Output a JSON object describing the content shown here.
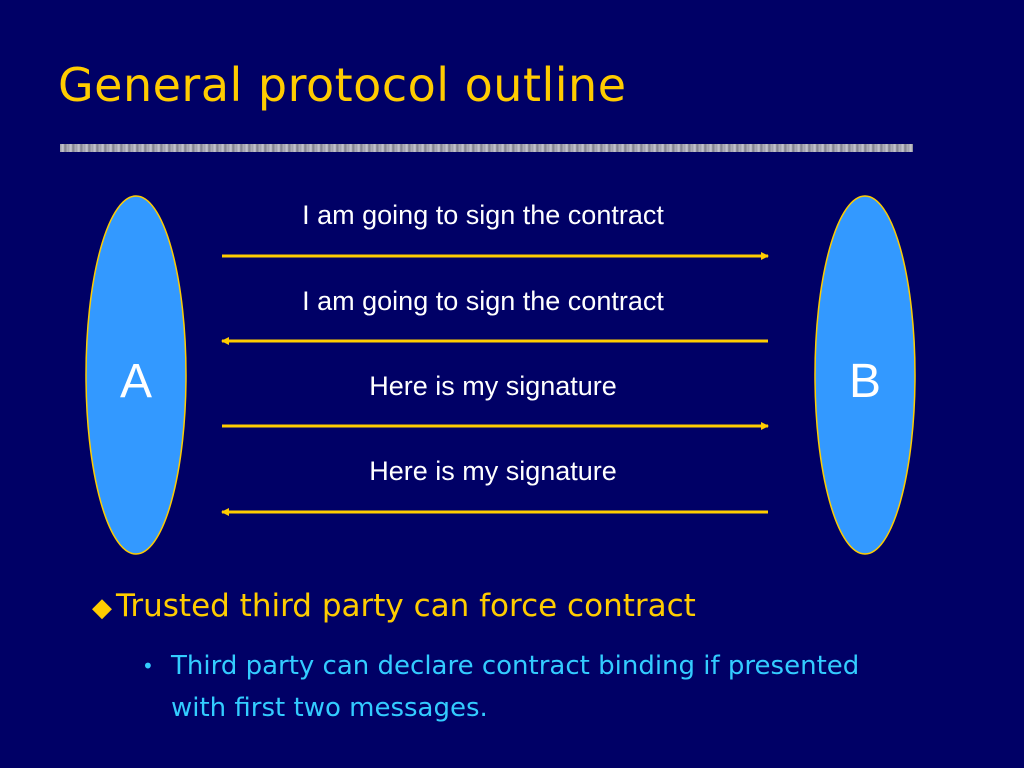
{
  "title": "General protocol outline",
  "diagram": {
    "party_left": "A",
    "party_right": "B",
    "messages": [
      {
        "text": "I am going to sign the contract",
        "direction": "A-to-B"
      },
      {
        "text": "I am going to sign the contract",
        "direction": "B-to-A"
      },
      {
        "text": "Here is my signature",
        "direction": "A-to-B"
      },
      {
        "text": "Here is my signature",
        "direction": "B-to-A"
      }
    ],
    "colors": {
      "background": "#000066",
      "party_fill": "#3399ff",
      "party_stroke": "#ffcc00",
      "arrow": "#ffcc00",
      "message_text": "#ffffff"
    }
  },
  "bullets": {
    "main": "Trusted third party can force contract",
    "sub": "Third party can declare contract binding if presented with first two messages."
  }
}
